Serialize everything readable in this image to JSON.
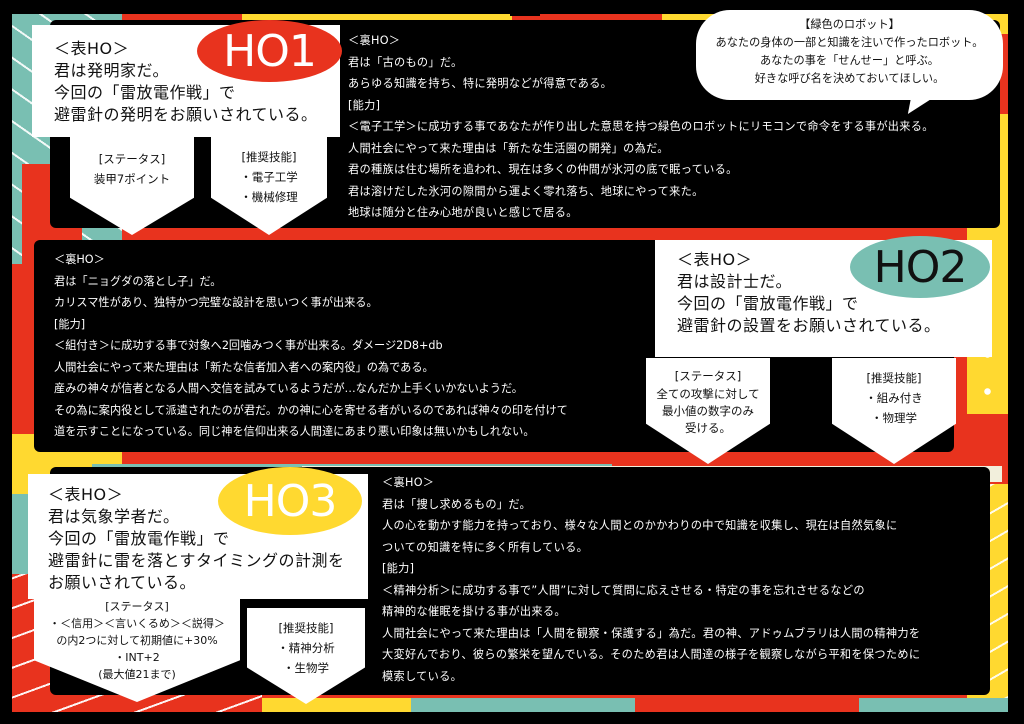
{
  "colors": {
    "red": "#e8331e",
    "teal": "#79bfb2",
    "yellow": "#ffd930",
    "black": "#000000",
    "white": "#ffffff",
    "cream": "#f2efdc"
  },
  "ho1": {
    "badge": "HO1",
    "omote": {
      "header": "＜表HO＞",
      "lines": [
        "君は発明家だ。",
        "今回の「雷放電作戦」で",
        "避雷針の発明をお願いされている。"
      ]
    },
    "status": {
      "header": "[ステータス]",
      "lines": [
        "装甲7ポイント"
      ]
    },
    "skills": {
      "header": "[推奨技能]",
      "items": [
        "・電子工学",
        "・機械修理"
      ]
    },
    "ura": {
      "header": "＜裏HO＞",
      "lines": [
        "君は「古のもの」だ。",
        "あらゆる知識を持ち、特に発明などが得意である。",
        "[能力]",
        "＜電子工学＞に成功する事であなたが作り出した意思を持つ緑色のロボットにリモコンで命令をする事が出来る。",
        "人間社会にやって来た理由は「新たな生活圏の開発」の為だ。",
        "君の種族は住む場所を追われ、現在は多くの仲間が氷河の底で眠っている。",
        "君は溶けだした氷河の隙間から運よく零れ落ち、地球にやって来た。",
        "地球は随分と住み心地が良いと感じで居る。"
      ]
    },
    "bubble": {
      "title": "【緑色のロボット】",
      "lines": [
        "あなたの身体の一部と知識を注いで作ったロボット。",
        "あなたの事を「せんせー」と呼ぶ。",
        "好きな呼び名を決めておいてほしい。"
      ]
    }
  },
  "ho2": {
    "badge": "HO2",
    "omote": {
      "header": "＜表HO＞",
      "lines": [
        "君は設計士だ。",
        "今回の「雷放電作戦」で",
        "避雷針の設置をお願いされている。"
      ]
    },
    "status": {
      "header": "[ステータス]",
      "lines": [
        "全ての攻撃に対して",
        "最小値の数字のみ",
        "受ける。"
      ]
    },
    "skills": {
      "header": "[推奨技能]",
      "items": [
        "・組み付き",
        "・物理学"
      ]
    },
    "ura": {
      "header": "＜裏HO＞",
      "lines": [
        "君は「ニョグダの落とし子」だ。",
        "カリスマ性があり、独特かつ完璧な設計を思いつく事が出来る。",
        "[能力]",
        "＜組付き＞に成功する事で対象へ2回噛みつく事が出来る。ダメージ2D8+db",
        "人間社会にやって来た理由は「新たな信者加入者への案内役」の為である。",
        "産みの神々が信者となる人間へ交信を試みているようだが…なんだか上手くいかないようだ。",
        "その為に案内役として派遣されたのが君だ。かの神に心を寄せる者がいるのであれば神々の印を付けて",
        "道を示すことになっている。同じ神を信仰出来る人間達にあまり悪い印象は無いかもしれない。"
      ]
    }
  },
  "ho3": {
    "badge": "HO3",
    "omote": {
      "header": "＜表HO＞",
      "lines": [
        "君は気象学者だ。",
        "今回の「雷放電作戦」で",
        "避雷針に雷を落とすタイミングの計測を",
        "お願いされている。"
      ]
    },
    "status": {
      "header": "[ステータス]",
      "lines": [
        "・＜信用＞＜言いくるめ＞＜説得＞",
        "の内2つに対して初期値に+30%",
        "・INT+2",
        "(最大値21まで)"
      ]
    },
    "skills": {
      "header": "[推奨技能]",
      "items": [
        "・精神分析",
        "・生物学"
      ]
    },
    "ura": {
      "header": "＜裏HO＞",
      "lines": [
        "君は「捜し求めるもの」だ。",
        "人の心を動かす能力を持っており、様々な人間とのかかわりの中で知識を収集し、現在は自然気象に",
        "ついての知識を特に多く所有している。",
        "[能力]",
        "＜精神分析＞に成功する事で”人間”に対して質問に応えさせる・特定の事を忘れさせるなどの",
        "精神的な催眠を掛ける事が出来る。",
        "人間社会にやって来た理由は「人間を観察・保護する」為だ。君の神、アドゥムブラリは人間の精神力を",
        "大変好んでおり、彼らの繁栄を望んでいる。そのため君は人間達の様子を観察しながら平和を保つために",
        "模索している。"
      ]
    }
  }
}
